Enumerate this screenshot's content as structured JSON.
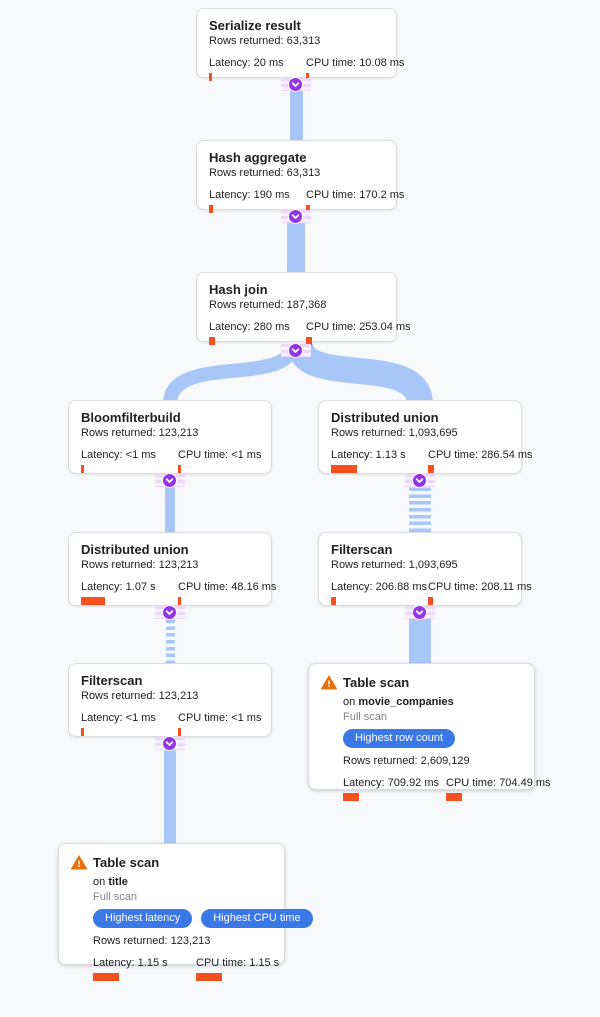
{
  "labels": {
    "rows": "Rows returned:",
    "latency": "Latency:",
    "cpu": "CPU time:",
    "on": "on"
  },
  "colors": {
    "background": "#F8F9FA",
    "card_border": "#DADCE0",
    "flow_band": "#A9C6F8",
    "metric_bar": "#F4511E",
    "badge_blue": "#3B78E7",
    "connector_icon_purple": "#9334E6",
    "warning_orange": "#E8710A",
    "muted_text": "#80868B"
  },
  "nodes": [
    {
      "title": "Serialize result",
      "rows": "63,313",
      "latency": "20 ms",
      "cpu": "10.08 ms",
      "latency_ms": 20,
      "cpu_ms": 10.08
    },
    {
      "title": "Hash aggregate",
      "rows": "63,313",
      "latency": "190 ms",
      "cpu": "170.2 ms",
      "latency_ms": 190,
      "cpu_ms": 170.2
    },
    {
      "title": "Hash join",
      "rows": "187,368",
      "latency": "280 ms",
      "cpu": "253.04 ms",
      "latency_ms": 280,
      "cpu_ms": 253.04
    },
    {
      "title": "Bloomfilterbuild",
      "rows": "123,213",
      "latency": "<1 ms",
      "cpu": "<1 ms",
      "latency_ms": 1,
      "cpu_ms": 1
    },
    {
      "title": "Distributed union",
      "rows": "1,093,695",
      "latency": "1.13 s",
      "cpu": "286.54 ms",
      "latency_ms": 1130,
      "cpu_ms": 286.54
    },
    {
      "title": "Distributed union",
      "rows": "123,213",
      "latency": "1.07 s",
      "cpu": "48.16 ms",
      "latency_ms": 1070,
      "cpu_ms": 48.16
    },
    {
      "title": "Filterscan",
      "rows": "1,093,695",
      "latency": "206.88 ms",
      "cpu": "208.11 ms",
      "latency_ms": 206.88,
      "cpu_ms": 208.11
    },
    {
      "title": "Filterscan",
      "rows": "123,213",
      "latency": "<1 ms",
      "cpu": "<1 ms",
      "latency_ms": 1,
      "cpu_ms": 1
    },
    {
      "title": "Table scan",
      "table": "movie_companies",
      "scan": "Full scan",
      "badges": [
        "Highest row count"
      ],
      "rows": "2,609,129",
      "latency": "709.92 ms",
      "cpu": "704.49 ms",
      "latency_ms": 709.92,
      "cpu_ms": 704.49
    },
    {
      "title": "Table scan",
      "table": "title",
      "scan": "Full scan",
      "badges": [
        "Highest latency",
        "Highest CPU time"
      ],
      "rows": "123,213",
      "latency": "1.15 s",
      "cpu": "1.15 s",
      "latency_ms": 1150,
      "cpu_ms": 1150
    }
  ]
}
